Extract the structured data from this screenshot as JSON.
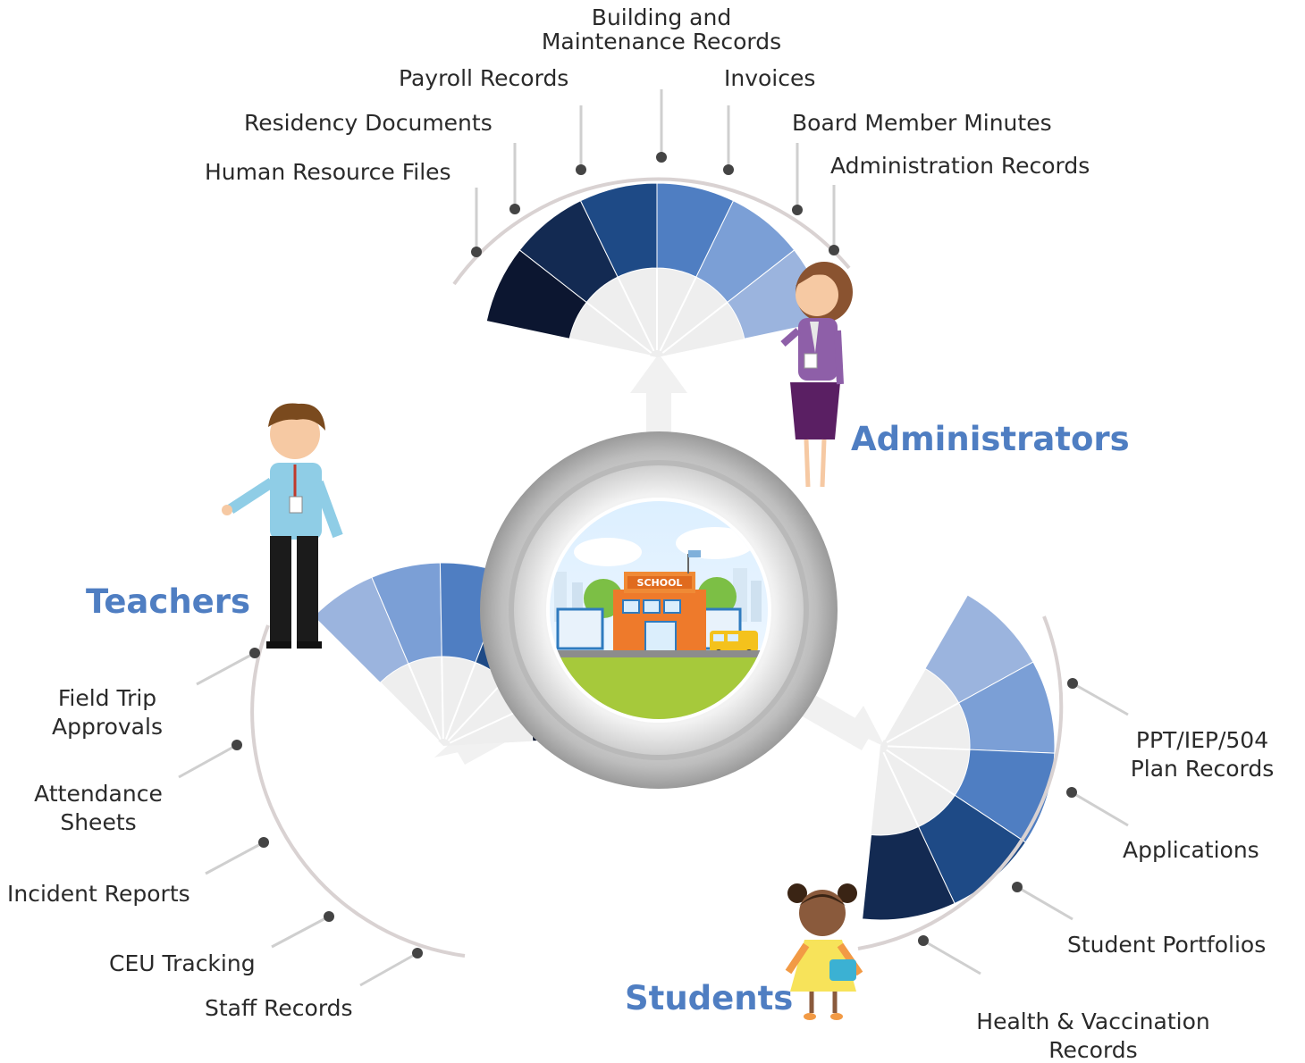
{
  "center": {
    "building_sign": "SCHOOL"
  },
  "groups": {
    "administrators": {
      "title": "Administrators",
      "items": [
        "Human Resource Files",
        "Residency Documents",
        "Payroll Records",
        "Building and Maintenance Records",
        "Invoices",
        "Board Member Minutes",
        "Administration Records"
      ],
      "building_line1": "Building and",
      "building_line2": "Maintenance Records"
    },
    "teachers": {
      "title": "Teachers",
      "field_trip_line1": "Field Trip",
      "field_trip_line2": "Approvals",
      "attendance_line1": "Attendance",
      "attendance_line2": "Sheets",
      "incident": "Incident Reports",
      "ceu": "CEU Tracking",
      "staff": "Staff Records"
    },
    "students": {
      "title": "Students",
      "ppt_line1": "PPT/IEP/504",
      "ppt_line2": "Plan Records",
      "applications": "Applications",
      "portfolios": "Student Portfolios",
      "health_line1": "Health & Vaccination",
      "health_line2": "Records"
    }
  },
  "colors": {
    "accent": "#4f7ec2",
    "segment_shades": [
      "#0c1630",
      "#132a52",
      "#1e4a86",
      "#4f7ec2",
      "#7b9fd6",
      "#9bb4de"
    ]
  }
}
